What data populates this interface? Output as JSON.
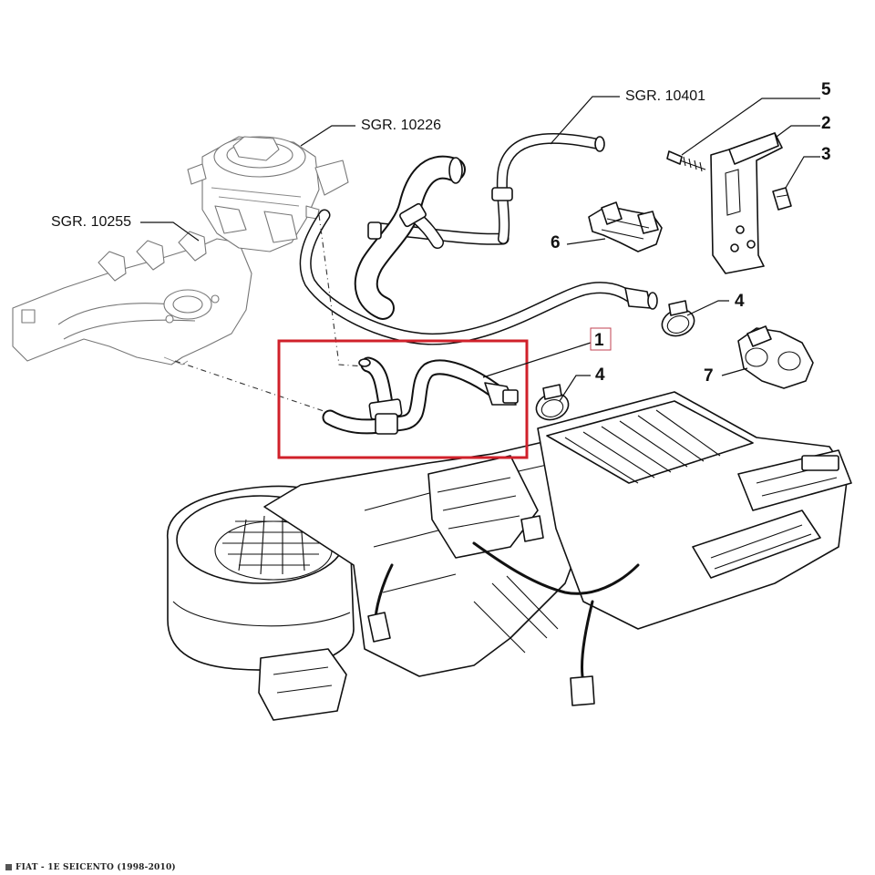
{
  "references": {
    "sgr_10401": "SGR. 10401",
    "sgr_10226": "SGR. 10226",
    "sgr_10255": "SGR. 10255"
  },
  "callouts": {
    "c1": "1",
    "c2": "2",
    "c3": "3",
    "c4a": "4",
    "c4b": "4",
    "c5": "5",
    "c6": "6",
    "c7": "7"
  },
  "footer": {
    "text": "FIAT - 1E SEICENTO (1998-2010)"
  },
  "colors": {
    "highlight": "#d0202a",
    "line": "#111111"
  }
}
